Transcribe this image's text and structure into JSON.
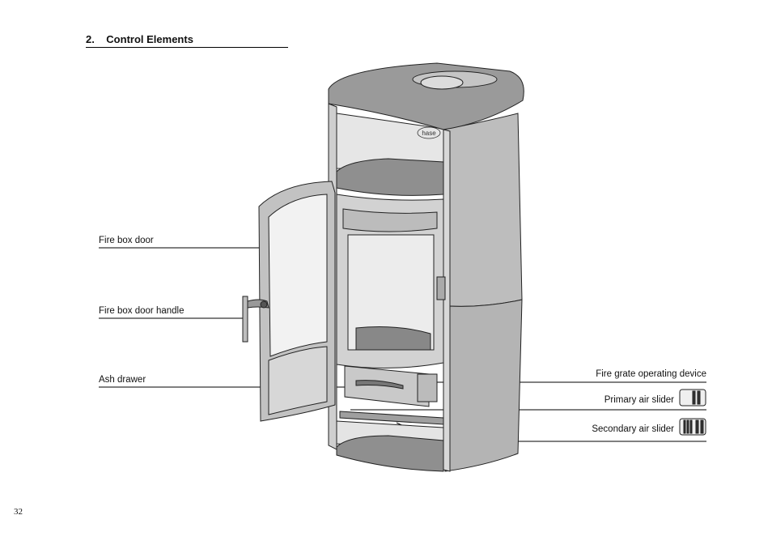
{
  "section": {
    "number": "2.",
    "title": "Control Elements"
  },
  "labels": {
    "fire_box_door": "Fire box door",
    "fire_box_door_handle": "Fire box door handle",
    "ash_drawer": "Ash drawer",
    "fire_grate_operating_device": "Fire grate operating device",
    "primary_air_slider": "Primary air slider",
    "secondary_air_slider": "Secondary air slider"
  },
  "logo_text": "hase",
  "page_number": "32"
}
